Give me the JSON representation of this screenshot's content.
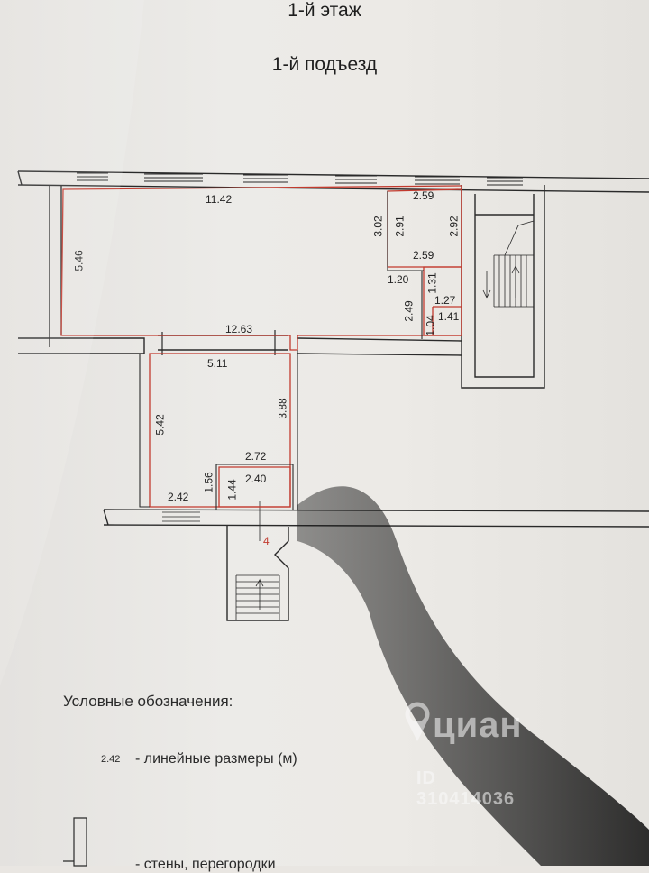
{
  "header": {
    "floor": "1-й этаж",
    "entrance": "1-й подъезд"
  },
  "plan": {
    "dimensions": {
      "hall_top": "11.42",
      "hall_left": "5.46",
      "hall_bottom": "12.63",
      "room_top": "2.59",
      "room_left_outer": "3.02",
      "room_left_inner": "2.91",
      "room_right": "2.92",
      "room_bottom": "2.59",
      "wc_top": "1.20",
      "wc_side": "1.31",
      "wc_depth": "2.49",
      "wc_width": "1.27",
      "wc_small_w": "1.41",
      "wc_small_h": "1.04",
      "lower_top": "5.11",
      "lower_left": "5.42",
      "lower_right": "3.88",
      "lower_bottom": "2.42",
      "vest_top": "2.72",
      "vest_inner": "2.40",
      "vest_left_outer": "1.56",
      "vest_left_inner": "1.44"
    },
    "entrance_number": "4"
  },
  "legend": {
    "heading": "Условные обозначения:",
    "sample_value": "2.42",
    "linear_label": "- линейные размеры (м)",
    "walls_label": "- стены, перегородки"
  },
  "watermark": {
    "brand": "циан",
    "id_text": "ID 310414036"
  },
  "colors": {
    "outline": "#c23a2e",
    "wall": "#2a2a2a"
  }
}
